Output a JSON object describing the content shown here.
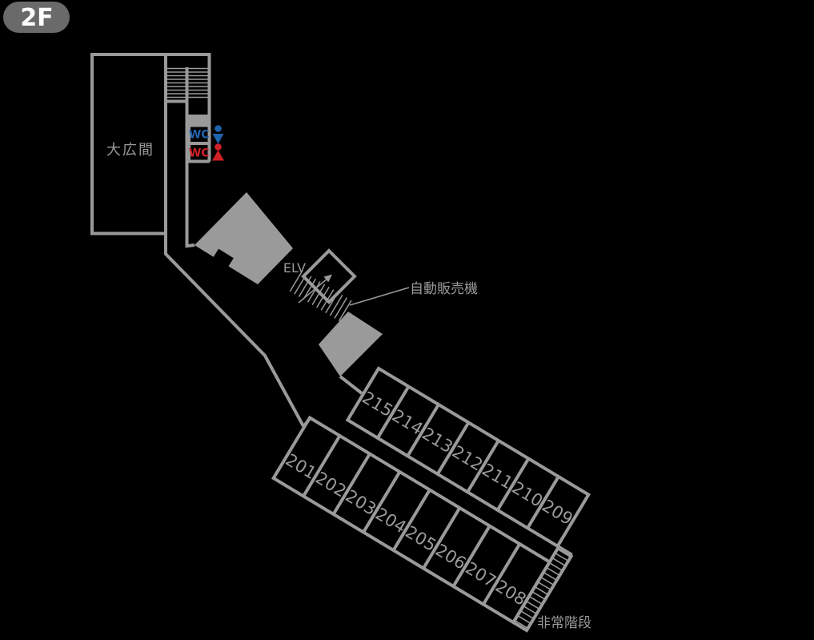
{
  "floor_badge": {
    "label": "2F"
  },
  "labels": {
    "main_hall": "大広間",
    "elevator": "ELV",
    "vending_machine": "自動販売機",
    "emergency_stairs": "非常階段"
  },
  "restrooms": {
    "men": {
      "sign": "WC"
    },
    "women": {
      "sign": "WC"
    }
  },
  "rooms": {
    "top_row": [
      "215",
      "214",
      "213",
      "212",
      "211",
      "210",
      "209"
    ],
    "bottom_row": [
      "201",
      "202",
      "203",
      "204",
      "205",
      "206",
      "207",
      "208"
    ]
  },
  "colors": {
    "background": "#000000",
    "plan_gray": "#9a9a9a",
    "badge_gray": "#6a6a6a",
    "men_blue": "#1e62ab",
    "women_red": "#cf2027"
  }
}
